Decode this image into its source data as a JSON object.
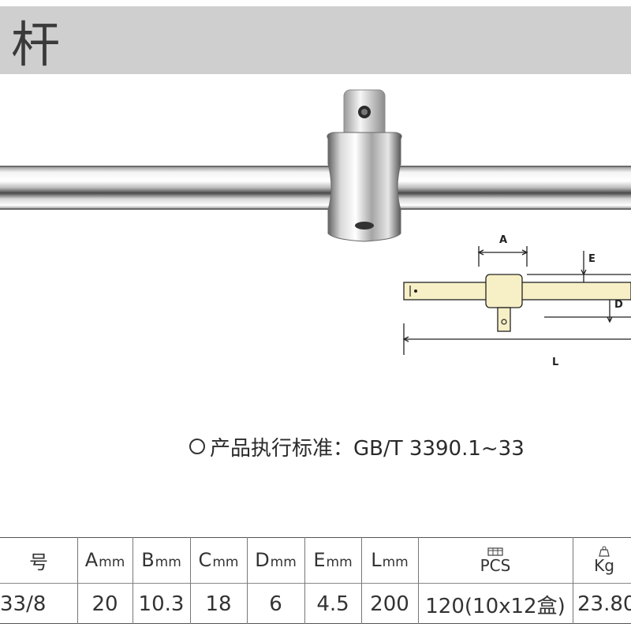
{
  "header": {
    "title": "杆"
  },
  "diagram_labels": {
    "a": "A",
    "e": "E",
    "d": "D",
    "l": "L"
  },
  "standard": {
    "prefix": "产品执行标准：",
    "code": "GB/T 3390.1~33"
  },
  "table": {
    "headers": {
      "model": "号",
      "a": "A",
      "a_unit": "mm",
      "b": "B",
      "b_unit": "mm",
      "c": "C",
      "c_unit": "mm",
      "d": "D",
      "d_unit": "mm",
      "e": "E",
      "e_unit": "mm",
      "l": "L",
      "l_unit": "mm",
      "pcs": "PCS",
      "kg": "Kg"
    },
    "row": {
      "model": "33/8",
      "a": "20",
      "b": "10.3",
      "c": "18",
      "d": "6",
      "e": "4.5",
      "l": "200",
      "pcs": "120(10x12盒)",
      "kg": "23.80"
    }
  },
  "colors": {
    "header_band": "#cfcfcf",
    "diagram_fill": "#f7efc6"
  }
}
